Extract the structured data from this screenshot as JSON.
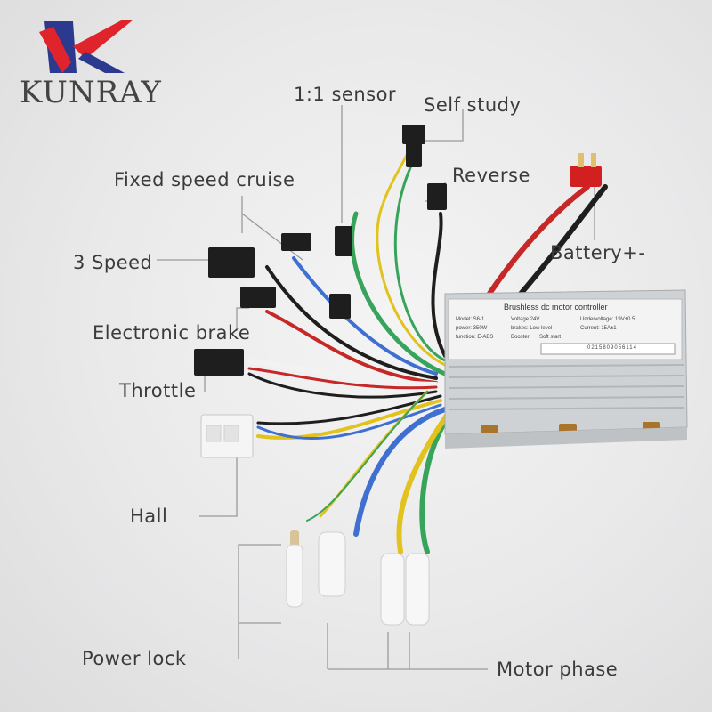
{
  "brand": {
    "name": "KUNRAY"
  },
  "labels": {
    "sensor": "1:1 sensor",
    "self_study": "Self study",
    "fixed_speed": "Fixed speed cruise",
    "reverse": "Reverse",
    "three_speed": "3 Speed",
    "battery": "Battery+-",
    "e_brake": "Electronic brake",
    "throttle": "Throttle",
    "hall": "Hall",
    "power_lock": "Power lock",
    "motor_phase": "Motor phase"
  },
  "controller": {
    "title": "Brushless dc motor controller",
    "specs": {
      "model": "Model: S6-1",
      "voltage": "Voltage 24V",
      "undervoltage": "Undervoltage: 19V±0.5",
      "power": "power: 350W",
      "brakes": "brakes: Low level",
      "current": "Current: 15A±1",
      "function": "function: E-ABS",
      "booster": "Booster",
      "soft_start": "Soft start"
    },
    "barcode": "0215809056114"
  },
  "colors": {
    "logo_red": "#e0242b",
    "logo_blue": "#2b3a8f",
    "wire_red": "#c62828",
    "wire_blue": "#3f6fd1",
    "wire_green": "#38a35a",
    "wire_yellow": "#e2c21c",
    "wire_white": "#f2f2f2",
    "connector_black": "#1e1e1e",
    "label_text": "#3b3b3b"
  }
}
